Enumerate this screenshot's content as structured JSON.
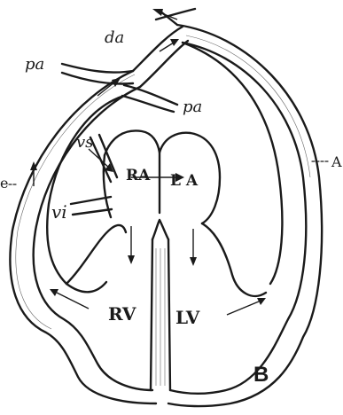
{
  "figure": {
    "letter": "B"
  },
  "labels": {
    "da": "da",
    "pa_left": "pa",
    "pa_right": "pa",
    "vs": "vs",
    "vi": "vi",
    "ra": "RA",
    "la": "L A",
    "rv": "RV",
    "lv": "LV",
    "ve_partial": "e",
    "a_partial": "A"
  },
  "colors": {
    "ink": "#1a1a1a",
    "paper": "#ffffff"
  }
}
